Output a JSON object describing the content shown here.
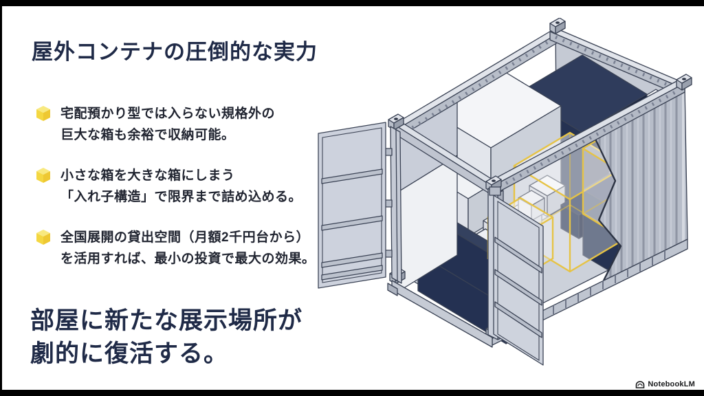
{
  "slide": {
    "title": "屋外コンテナの圧倒的な実力",
    "bullets": [
      {
        "icon": "yellow-cube-icon",
        "lines": [
          "宅配預かり型では入らない規格外の",
          "巨大な箱も余裕で収納可能。"
        ]
      },
      {
        "icon": "yellow-cube-icon",
        "lines": [
          "小さな箱を大きな箱にしまう",
          "「入れ子構造」で限界まで詰め込める。"
        ]
      },
      {
        "icon": "yellow-cube-icon",
        "lines": [
          "全国展開の貸出空間（月額2千円台から）",
          "を活用すれば、最小の投資で最大の効果。"
        ]
      }
    ],
    "statement_lines": [
      "部屋に新たな展示場所が",
      "劇的に復活する。"
    ],
    "illustration": {
      "name": "open-shipping-container-with-nested-boxes",
      "highlight_color": "#E6C345",
      "container_color": "#CDD2DC",
      "corrugation_color": "#B7BDC9",
      "box_dark_color": "#243152",
      "box_light_color": "#F2F3F6",
      "outline_color": "#3A4254"
    },
    "footer": {
      "logo_icon": "notebooklm-logo",
      "brand": "NotebookLM"
    },
    "colors": {
      "title": "#1F2A47",
      "body": "#202430",
      "background": "#FFFFFF",
      "frame_bar": "#000000",
      "bullet_cube": "#F5D944"
    }
  }
}
